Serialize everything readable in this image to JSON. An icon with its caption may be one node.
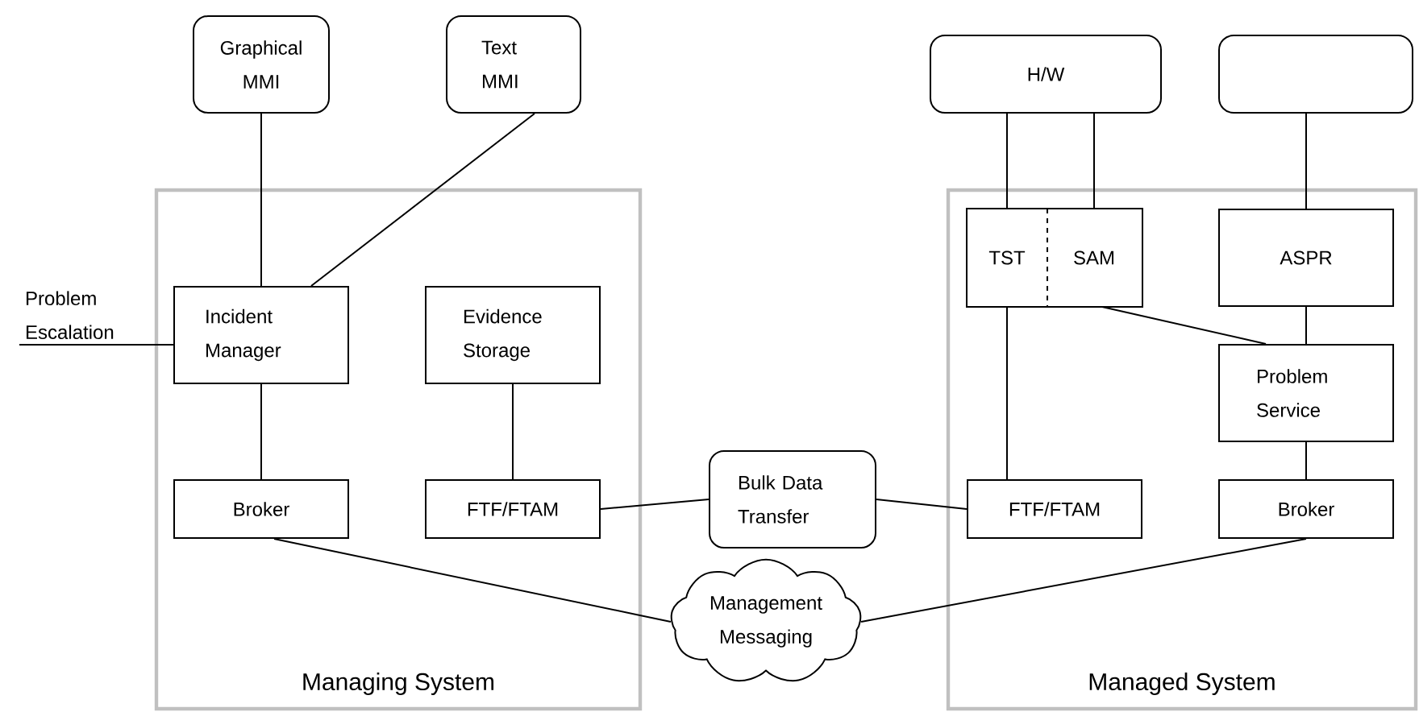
{
  "diagram": {
    "nodes": [
      {
        "text": [
          "Graphical MMI"
        ]
      },
      {
        "text": [
          "Text MMI"
        ]
      },
      {
        "text": [
          "H/W"
        ]
      },
      {
        "text": [],
        "shape": "box"
      },
      {
        "text": [
          "Managing System"
        ]
      },
      {
        "text": [
          "Incident Manager"
        ],
        "in": 4
      },
      {
        "text": [
          "Evidence Storage"
        ],
        "in": 4
      },
      {
        "text": [
          "Broker"
        ],
        "in": 4
      },
      {
        "text": [
          "FTF/FTAM"
        ],
        "in": 4
      },
      {
        "text": [
          "Bulk Data Transfer"
        ]
      },
      {
        "text": [
          "Managed System"
        ]
      },
      {
        "text": [
          "TST"
        ],
        "in": 10
      },
      {
        "text": [
          "SAM"
        ],
        "in": 10
      },
      {
        "text": [
          "ASPR"
        ],
        "in": 10
      },
      {
        "text": [
          "Problem Service"
        ],
        "in": 10
      },
      {
        "text": [
          "FTF/FTAM"
        ],
        "in": 10
      },
      {
        "text": [
          "Broker"
        ],
        "in": 10
      },
      {
        "text": [
          "Management Messaging"
        ]
      }
    ],
    "edges": [
      {
        "from": 0,
        "to": 5,
        "arrow": "none"
      },
      {
        "from": 1,
        "to": 5,
        "arrow": "none"
      },
      {
        "from": null,
        "to": 5,
        "arrow": "none",
        "label": "Problem Escalation"
      },
      {
        "from": 5,
        "to": 7,
        "arrow": "none"
      },
      {
        "from": 6,
        "to": 8,
        "arrow": "none"
      },
      {
        "from": 8,
        "to": 9,
        "arrow": "none"
      },
      {
        "from": 9,
        "to": 15,
        "arrow": "none"
      },
      {
        "from": 7,
        "to": 17,
        "arrow": "none"
      },
      {
        "from": 16,
        "to": 17,
        "arrow": "none"
      },
      {
        "from": 2,
        "to": 11,
        "arrow": "none"
      },
      {
        "from": 2,
        "to": 12,
        "arrow": "none"
      },
      {
        "from": 3,
        "to": 13,
        "arrow": "none"
      },
      {
        "from": 11,
        "to": 15,
        "arrow": "none"
      },
      {
        "from": 12,
        "to": 14,
        "arrow": "none"
      },
      {
        "from": 13,
        "to": 14,
        "arrow": "none"
      },
      {
        "from": 14,
        "to": 16,
        "arrow": "none"
      }
    ]
  }
}
